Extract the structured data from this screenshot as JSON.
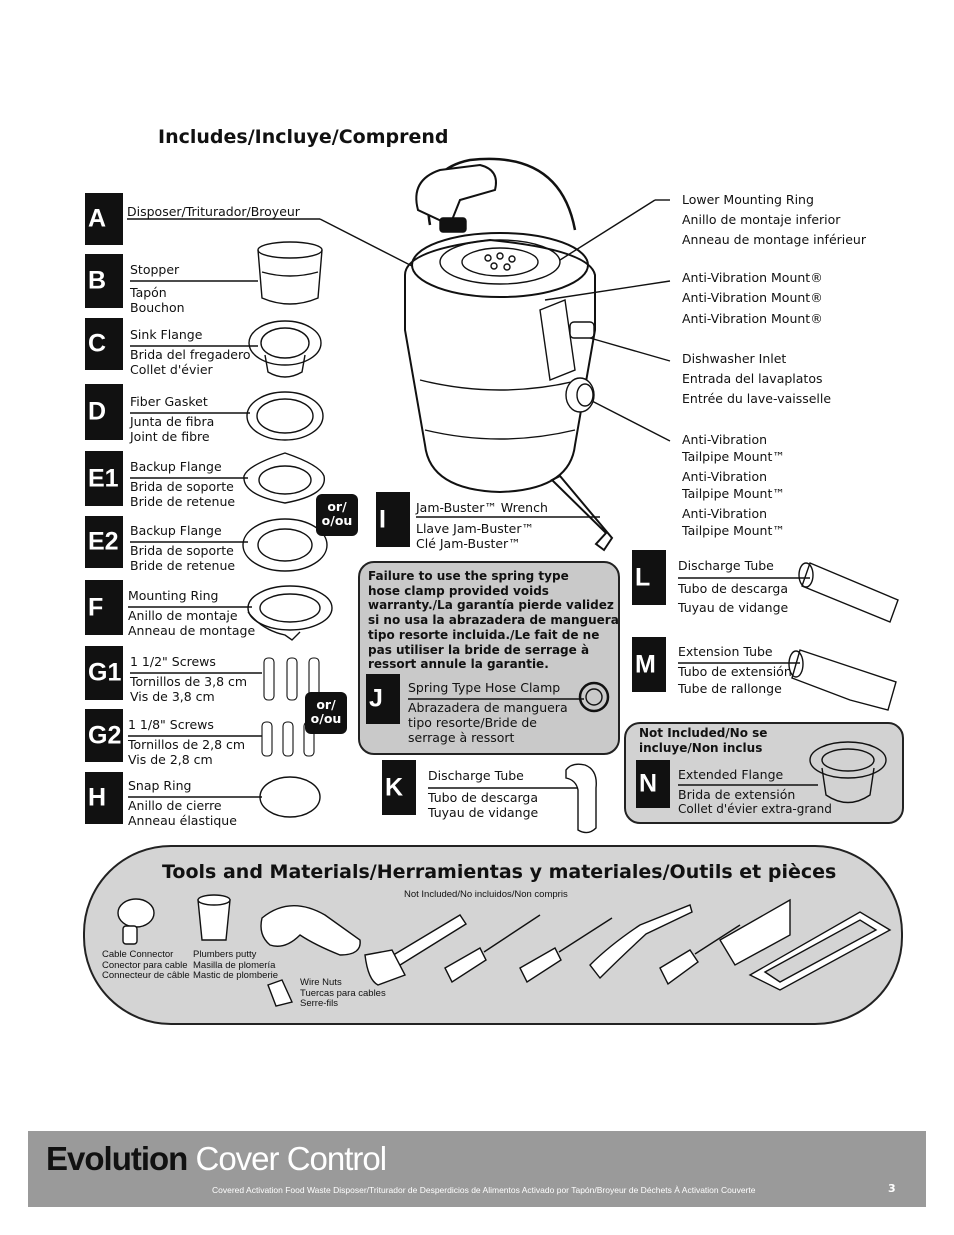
{
  "includes_heading": "Includes/Incluye/Comprend",
  "parts_left": [
    {
      "tag": "A",
      "lines": [
        "Disposer/Triturador/Broyeur"
      ]
    },
    {
      "tag": "B",
      "lines": [
        "Stopper",
        "Tapón",
        "Bouchon"
      ]
    },
    {
      "tag": "C",
      "lines": [
        "Sink Flange",
        "Brida del fregadero",
        "Collet d'évier"
      ]
    },
    {
      "tag": "D",
      "lines": [
        "Fiber Gasket",
        "Junta de fibra",
        "Joint de fibre"
      ]
    },
    {
      "tag": "E1",
      "lines": [
        "Backup Flange",
        "Brida de soporte",
        "Bride de retenue"
      ]
    },
    {
      "tag": "E2",
      "lines": [
        "Backup Flange",
        "Brida de soporte",
        "Bride de retenue"
      ]
    },
    {
      "tag": "F",
      "lines": [
        "Mounting Ring",
        "Anillo de montaje",
        "Anneau de montage"
      ]
    },
    {
      "tag": "G1",
      "lines": [
        "1 1/2\" Screws",
        "Tornillos de 3,8 cm",
        "Vis de 3,8 cm"
      ]
    },
    {
      "tag": "G2",
      "lines": [
        "1 1/8\" Screws",
        "Tornillos de 2,8 cm",
        "Vis de 2,8 cm"
      ]
    },
    {
      "tag": "H",
      "lines": [
        "Snap Ring",
        "Anillo de cierre",
        "Anneau élastique"
      ]
    }
  ],
  "or_label": [
    "or/",
    "o/ou"
  ],
  "callouts_right": {
    "lower_mounting_ring": [
      "Lower Mounting Ring",
      "Anillo de montaje inferior",
      "Anneau de montage inférieur"
    ],
    "anti_vibration_mount": [
      "Anti-Vibration Mount®",
      "Anti-Vibration Mount®",
      "Anti-Vibration Mount®"
    ],
    "dishwasher_inlet": [
      "Dishwasher Inlet",
      "Entrada del lavaplatos",
      "Entrée du lave-vaisselle"
    ],
    "anti_vibration_tailpipe": [
      "Anti-Vibration",
      "Tailpipe Mount™",
      "Anti-Vibration",
      "Tailpipe Mount™",
      "Anti-Vibration",
      "Tailpipe Mount™"
    ]
  },
  "part_I": {
    "tag": "I",
    "lines": [
      "Jam-Buster™ Wrench",
      "Llave Jam-Buster™",
      "Clé Jam-Buster™"
    ]
  },
  "warning": {
    "text": [
      "Failure to use the spring type",
      "hose clamp provided voids",
      "warranty./La garantía pierde validez",
      "si no usa la abrazadera de manguera",
      "tipo resorte incluida./Le fait de ne",
      "pas utiliser la bride de serrage à",
      "ressort annule la garantie."
    ],
    "tag": "J",
    "lines": [
      "Spring Type Hose Clamp",
      "Abrazadera de manguera",
      "tipo resorte/Bride de",
      "serrage à ressort"
    ]
  },
  "part_K": {
    "tag": "K",
    "lines": [
      "Discharge Tube",
      "Tubo de descarga",
      "Tuyau de vidange"
    ]
  },
  "part_L": {
    "tag": "L",
    "lines": [
      "Discharge Tube",
      "Tubo de descarga",
      "Tuyau de vidange"
    ]
  },
  "part_M": {
    "tag": "M",
    "lines": [
      "Extension Tube",
      "Tubo de extensión",
      "Tube de rallonge"
    ]
  },
  "not_included": {
    "heading": [
      "Not Included/No se",
      "incluye/Non inclus"
    ],
    "tag": "N",
    "lines": [
      "Extended Flange",
      "Brida de extensión",
      "Collet d'évier extra-grand"
    ]
  },
  "tools": {
    "heading": "Tools and Materials/Herramientas y materiales/Outils et pièces",
    "not_included": "Not Included/No incluidos/Non compris",
    "cable_connector": [
      "Cable Connector",
      "Conector para cable",
      "Connecteur de câble"
    ],
    "plumbers_putty": [
      "Plumbers putty",
      "Masilla de plomería",
      "Mastic de plomberie"
    ],
    "wire_nuts": [
      "Wire Nuts",
      "Tuercas para cables",
      "Serre-fils"
    ]
  },
  "footer": {
    "brand_bold": "Evolution",
    "brand_light": "Cover Control",
    "subtitle": "Covered Activation Food Waste Disposer/Triturador de Desperdicios de Alimentos Activado por Tapón/Broyeur de Déchets À Activation Couverte",
    "page_number": "3",
    "bg_color": "#9a9a9a"
  }
}
